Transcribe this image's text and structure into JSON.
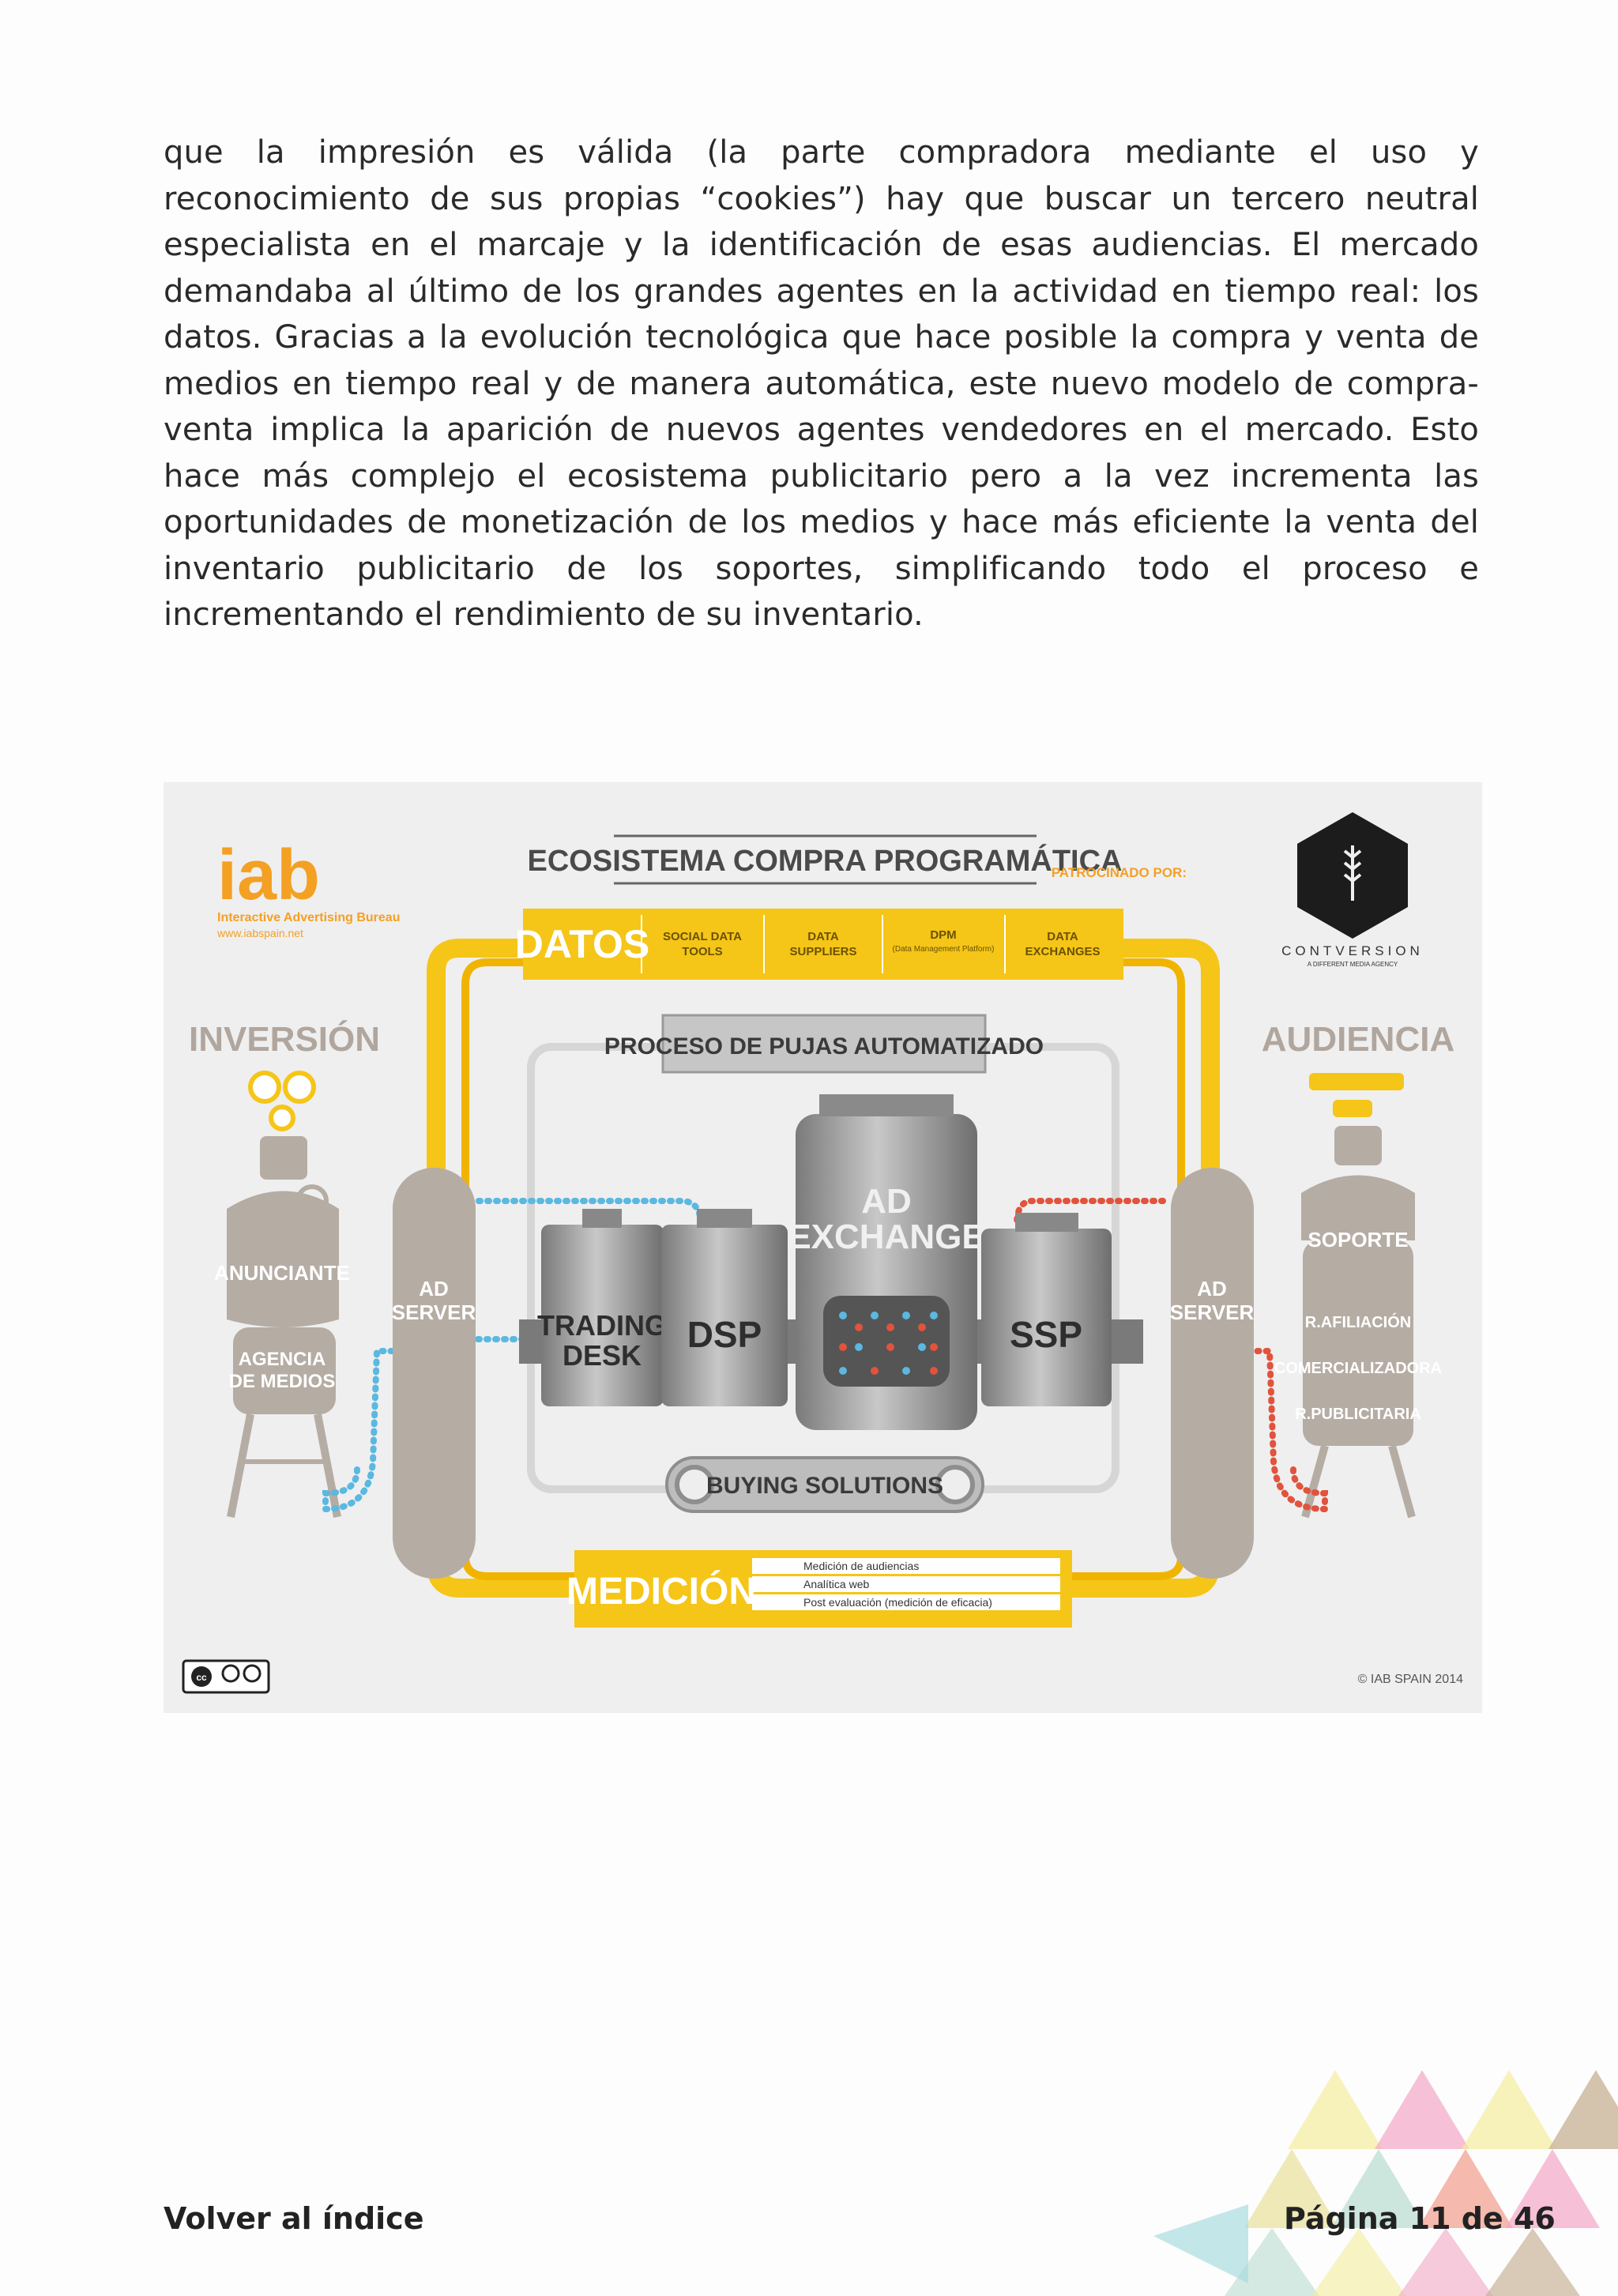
{
  "body": {
    "paragraph": "que la impresión es válida (la parte compradora mediante el uso y reconocimiento de sus propias “cookies”) hay que buscar un tercero neutral especialista en el marcaje y la identificación de esas audiencias. El mercado demandaba al último de los grandes agentes en la actividad en tiempo real: los datos. Gracias a la evolución tecnológica que hace posible la compra y venta de medios en tiempo real y de manera automática, este nuevo modelo de compra-venta implica la aparición de nuevos agentes vendedores en el mercado. Esto hace más complejo el ecosistema publicitario pero a la vez incrementa las oportunidades de monetización de los medios y hace más eficiente la venta del inventario publicitario de los soportes, simplificando todo el proceso e incrementando el rendimiento de su inventario."
  },
  "figure": {
    "logo": "iab",
    "logo_subtitle": "Interactive Advertising Bureau",
    "logo_url": "www.iabspain.net",
    "title": "ECOSISTEMA COMPRA PROGRAMÁTICA",
    "sponsor_label": "PATROCINADO POR:",
    "sponsor_name": "CONTVERSION",
    "sponsor_tagline": "A DIFFERENT MEDIA AGENCY",
    "datos": {
      "label": "DATOS",
      "items": [
        {
          "line1": "SOCIAL DATA",
          "line2": "TOOLS"
        },
        {
          "line1": "DATA",
          "line2": "SUPPLIERS"
        },
        {
          "line1": "DPM",
          "line2": "(Data Management Platform)"
        },
        {
          "line1": "DATA",
          "line2": "EXCHANGES"
        }
      ]
    },
    "inversion": "INVERSIÓN",
    "audiencia": "AUDIENCIA",
    "proceso": "PROCESO DE PUJAS AUTOMATIZADO",
    "anunciante": "ANUNCIANTE",
    "agencia": [
      "AGENCIA",
      "DE MEDIOS"
    ],
    "ad_server": [
      "AD",
      "SERVER"
    ],
    "trading_desk": [
      "TRADING",
      "DESK"
    ],
    "dsp": "DSP",
    "ad_exchange": [
      "AD",
      "EXCHANGE"
    ],
    "ssp": "SSP",
    "soporte": "SOPORTE",
    "sell_side": [
      "R.AFILIACIÓN",
      "COMERCIALIZADORA",
      "R.PUBLICITARIA"
    ],
    "buying_solutions": "BUYING SOLUTIONS",
    "medicion": {
      "label": "MEDICIÓN",
      "items": [
        "Medición de audiencias",
        "Analítica web",
        "Post evaluación (medición de eficacia)"
      ]
    },
    "license": "cc",
    "copyright": "© IAB SPAIN 2014",
    "colors": {
      "yellow": "#f5c518",
      "silo": "#b5aca4",
      "machine": "#9a9a9a",
      "blue": "#5bb8e0",
      "red": "#e1533d",
      "iab_orange": "#f4a023"
    }
  },
  "footer": {
    "back_link": "Volver al índice",
    "page_label": "Página 11 de 46"
  }
}
